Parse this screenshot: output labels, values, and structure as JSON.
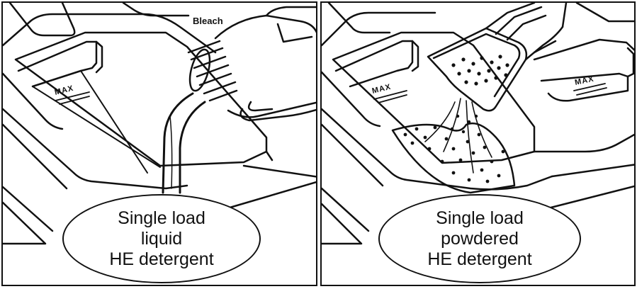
{
  "panels": [
    {
      "caption": [
        "Single load",
        "liquid",
        "HE detergent"
      ],
      "dispenser_labels": [
        "MAX"
      ],
      "compartment_label": "Bleach"
    },
    {
      "caption": [
        "Single load",
        "powdered",
        "HE detergent"
      ],
      "dispenser_labels": [
        "MAX",
        "MAX"
      ]
    }
  ],
  "colors": {
    "ink": "#111111",
    "background": "#ffffff"
  }
}
